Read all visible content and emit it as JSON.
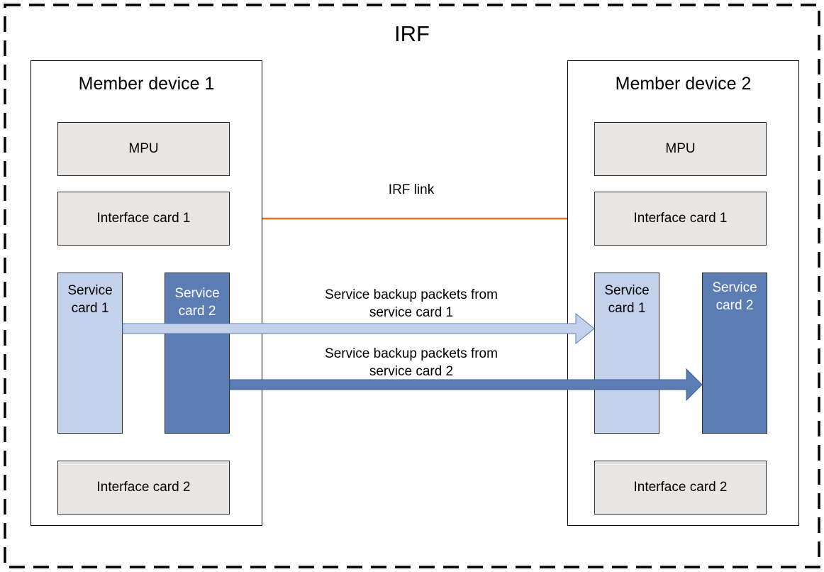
{
  "irf": {
    "title": "IRF"
  },
  "link": {
    "label": "IRF link",
    "color": "#ea7028"
  },
  "device1": {
    "title": "Member device 1",
    "mpu": "MPU",
    "interface_card_1": "Interface card 1",
    "service_card_1": "Service card 1",
    "service_card_2": "Service card 2",
    "interface_card_2": "Interface card 2"
  },
  "device2": {
    "title": "Member device 2",
    "mpu": "MPU",
    "interface_card_1": "Interface card 1",
    "service_card_1": "Service card 1",
    "service_card_2": "Service card 2",
    "interface_card_2": "Interface card 2"
  },
  "arrows": {
    "backup_1": "Service backup packets from service card 1",
    "backup_2": "Service backup packets from service card 2"
  },
  "colors": {
    "card_fill": "#e7e6e4",
    "service_light": "#c3d1ea",
    "service_dark": "#5b7db4"
  }
}
